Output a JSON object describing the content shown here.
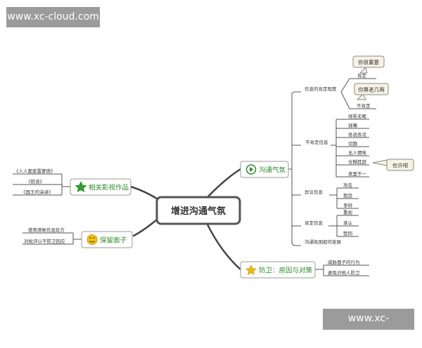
{
  "watermark_top": "www.xc-cloud.com",
  "watermark_bottom": "www.xc-cloud.com",
  "center": "增进沟通气氛",
  "branches": {
    "comm": "沟通气氛",
    "defense": "防卫：原因与对策",
    "films": "相关影视作品",
    "face": "保留面子"
  },
  "comm_children": {
    "positive": "信息的肯定程度",
    "uncertain": "不肯定信息",
    "disagree": "异议信息",
    "affirm": "肯定信息",
    "how": "沟通氛围如何发展"
  },
  "positive_children": {
    "yes": "肯定",
    "no": "不肯定"
  },
  "callouts": {
    "c1": "你很重要",
    "c2": "你算老几啊",
    "c3": "也许吧"
  },
  "uncertain_children": [
    "视若无睹",
    "插嘴",
    "各说各话",
    "切题",
    "无人情味",
    "含糊其辞",
    "表里不一"
  ],
  "disagree_children": [
    "攻击",
    "抱怨",
    "争辩"
  ],
  "affirm_children": [
    "重视",
    "承认",
    "赞同"
  ],
  "defense_children": [
    "威胁面子的行为",
    "避免对他人防卫"
  ],
  "films_children": [
    "《人人都爱雷蒙德》",
    "《陪读》",
    "《国王的演讲》"
  ],
  "face_children": [
    "使用清晰信息处方",
    "对批评以不防卫回应"
  ]
}
